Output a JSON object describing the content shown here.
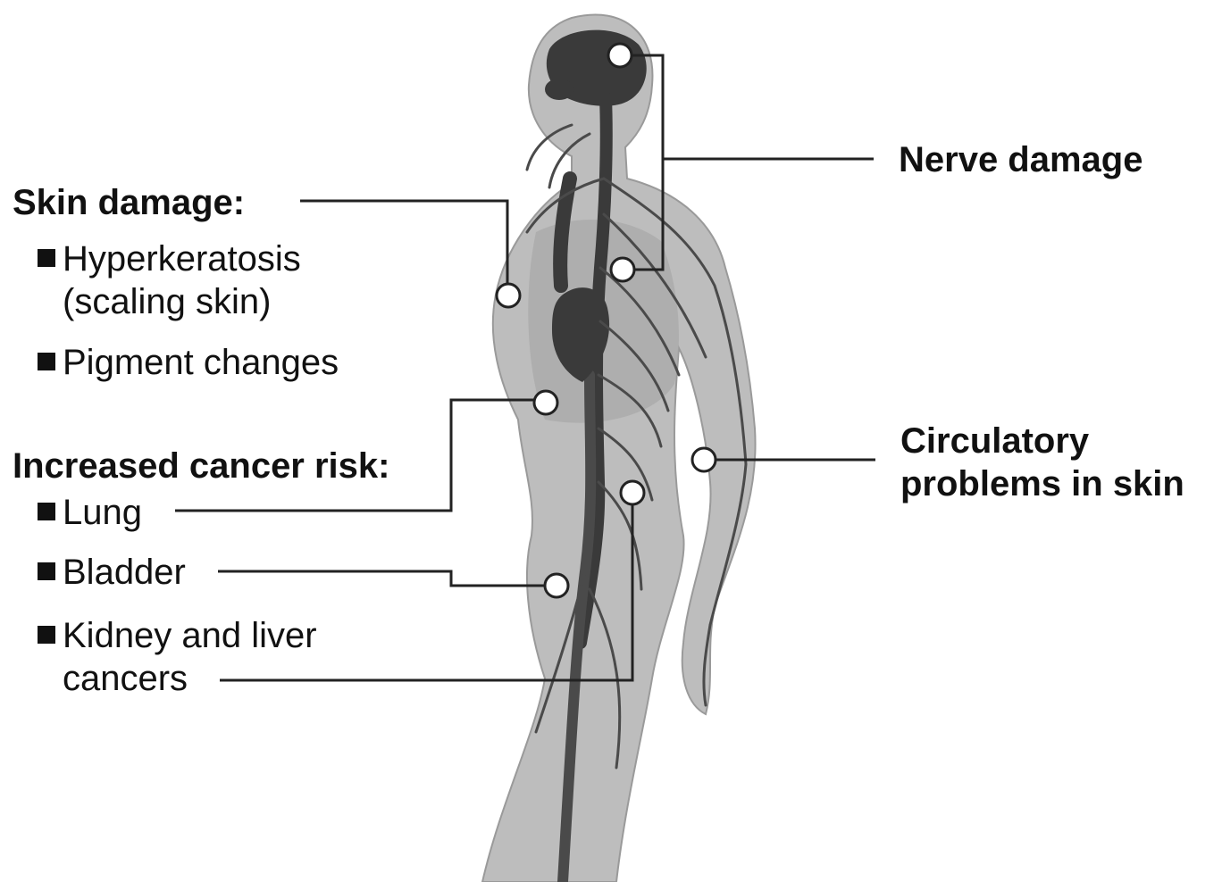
{
  "labels": {
    "skin_heading": "Skin damage:",
    "skin_items": [
      "Hyperkeratosis",
      "(scaling skin)",
      "Pigment changes"
    ],
    "cancer_heading": "Increased cancer risk:",
    "cancer_items": [
      "Lung",
      "Bladder",
      "Kidney and liver",
      "cancers"
    ],
    "nerve": "Nerve damage",
    "circulatory": [
      "Circulatory",
      "problems in skin"
    ]
  },
  "colors": {
    "body_fill": "#bdbdbd",
    "body_shade": "#a8a8a8",
    "organ": "#3a3a3a",
    "vessel": "#4a4a4a",
    "leader": "#222222",
    "marker_fill": "#ffffff",
    "text": "#111111"
  },
  "icons": [
    "human-figure",
    "brain",
    "heart",
    "nervous-system",
    "marker-circle",
    "bullet-square"
  ]
}
